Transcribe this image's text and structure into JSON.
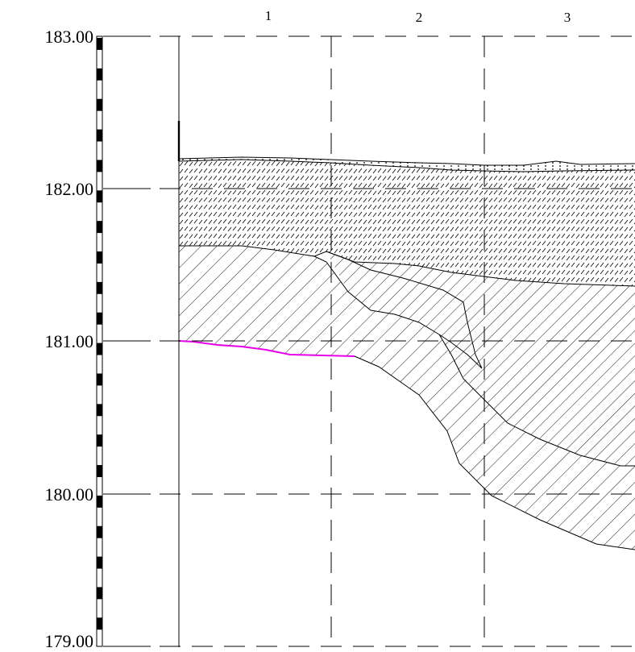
{
  "elevation_axis": {
    "labels": [
      "183.00",
      "182.00",
      "181.00",
      "180.00",
      "179.00"
    ]
  },
  "columns": {
    "labels": [
      "1",
      "2",
      "3"
    ]
  },
  "colors": {
    "line": "#000000",
    "background": "#ffffff",
    "highlight_line": "#e600e6"
  },
  "layers": [
    {
      "name": "dotted-fill-layer",
      "pattern": "dots"
    },
    {
      "name": "dashed-hatch-layer",
      "pattern": "short-dashes"
    },
    {
      "name": "diagonal-hatch-layer-upper",
      "pattern": "diagonal-lines"
    },
    {
      "name": "diagonal-hatch-layer-lower",
      "pattern": "diagonal-lines"
    }
  ]
}
